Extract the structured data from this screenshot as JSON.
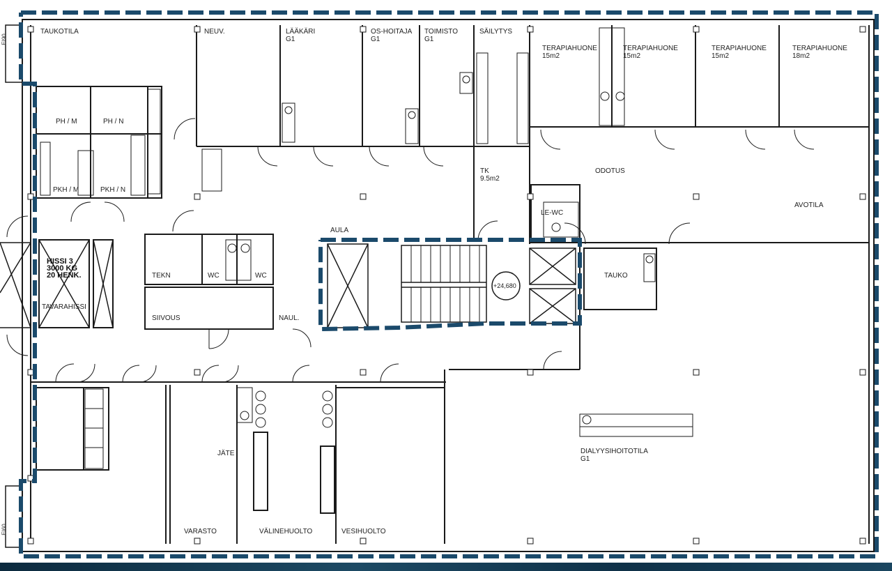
{
  "rooms": {
    "taukotila": "TAUKOTILA",
    "neuv": "NEUV.",
    "laakari": "LÄÄKÄRI",
    "laakari_sub": "G1",
    "os_hoitaja": "OS-HOITAJA",
    "os_hoitaja_sub": "G1",
    "toimisto": "TOIMISTO",
    "toimisto_sub": "G1",
    "sailytys": "SÄILYTYS",
    "terapia1": "TERAPIAHUONE",
    "terapia1_size": "15m2",
    "terapia2": "TERAPIAHUONE",
    "terapia2_size": "15m2",
    "terapia3": "TERAPIAHUONE",
    "terapia3_size": "15m2",
    "terapia4": "TERAPIAHUONE",
    "terapia4_size": "18m2",
    "ph_m": "PH / M",
    "ph_n": "PH / N",
    "pkh_m": "PKH / M",
    "pkh_n": "PKH / N",
    "tk": "TK",
    "tk_size": "9.5m2",
    "odotus": "ODOTUS",
    "le_wc": "LE-WC",
    "avotila": "AVOTILA",
    "aula": "AULA",
    "tekn": "TEKN",
    "wc1": "WC",
    "wc2": "WC",
    "siivous": "SIIVOUS",
    "naul": "NAUL.",
    "tauko": "TAUKO",
    "elevation": "+24,680",
    "hissi_line1": "HISSI 3",
    "hissi_line2": "3000 KG",
    "hissi_line3": "20 HENK.",
    "tavarahissi": "TAVARAHISSI",
    "jate": "JÄTE",
    "dialyysi": "DIALYYSIHOITOTILA",
    "dialyysi_sub": "G1",
    "varasto": "VARASTO",
    "valinehuolto": "VÄLINEHUOLTO",
    "vesihuolto": "VESIHUOLTO",
    "side_top": "EI90",
    "side_bottom": "EI60"
  },
  "colors": {
    "boundary": "#1b4a6b",
    "wall": "#1a1a1a",
    "band": "#12364f"
  }
}
